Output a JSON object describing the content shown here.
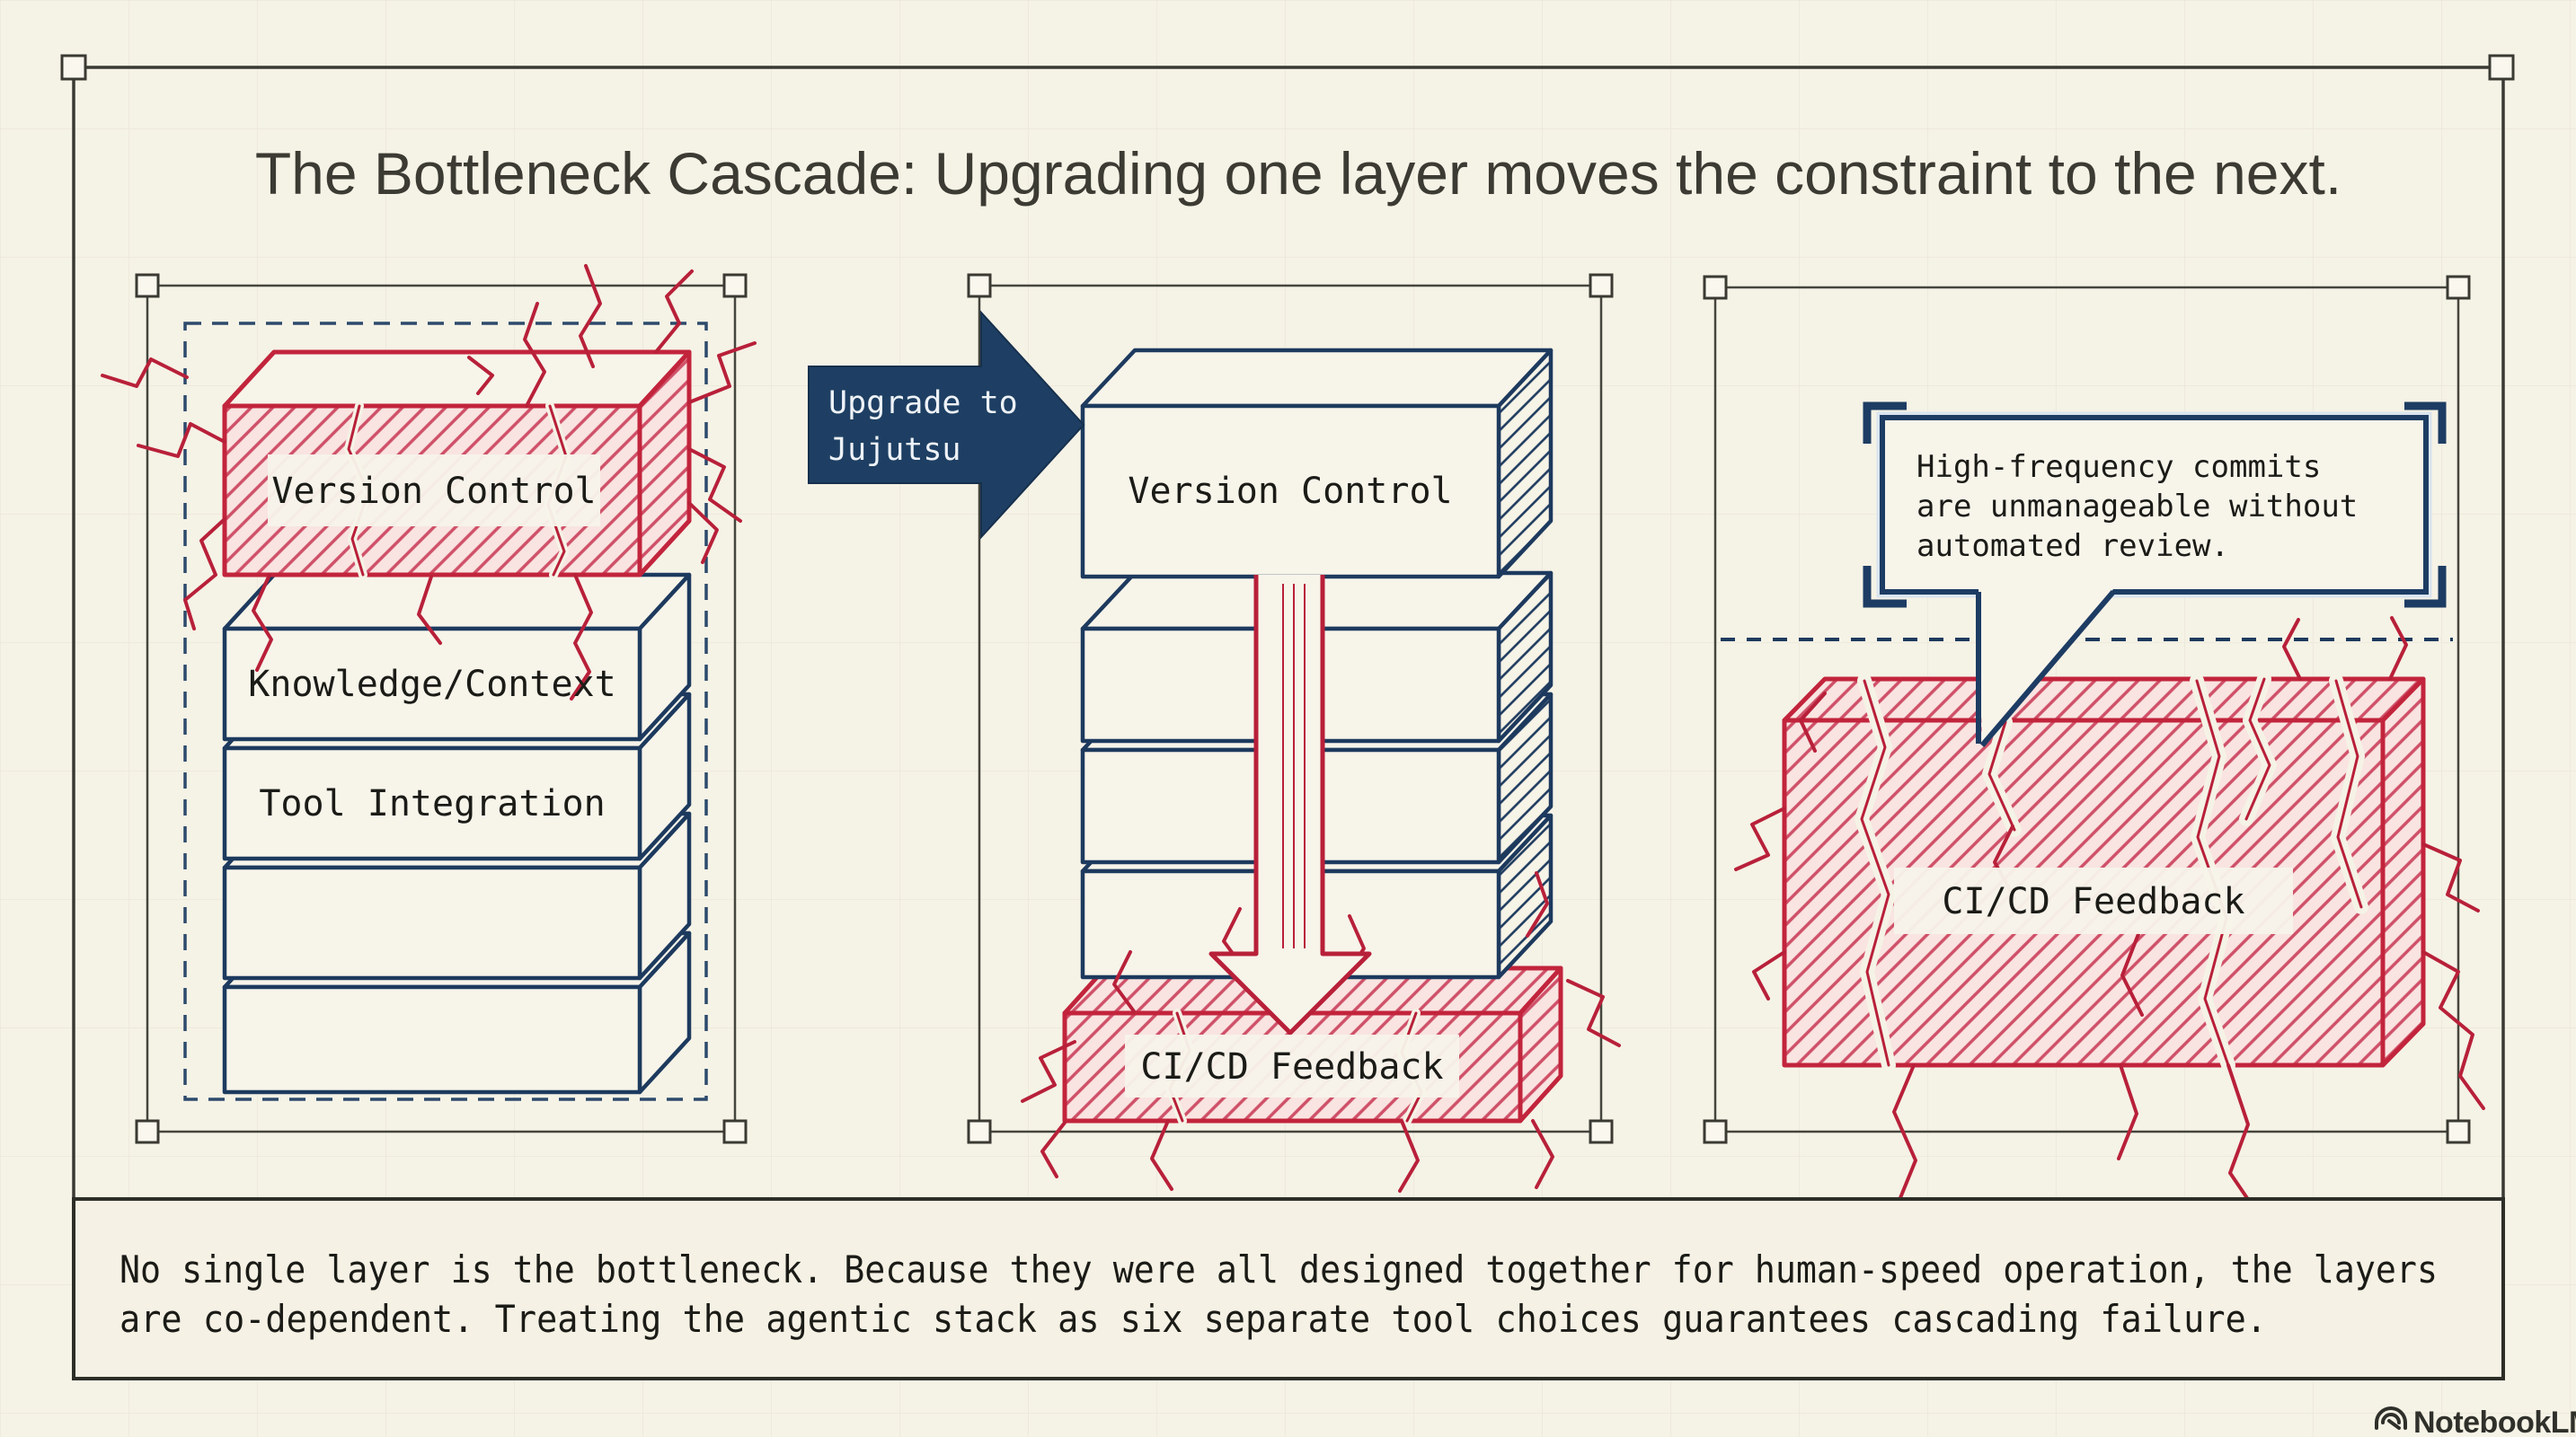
{
  "title": "The Bottleneck Cascade: Upgrading one layer moves the constraint to the next.",
  "left_panel": {
    "box_version_control": "Version Control",
    "box_knowledge_context": "Knowledge/Context",
    "box_tool_integration": "Tool Integration"
  },
  "middle_panel": {
    "upgrade_arrow": {
      "line1": "Upgrade to",
      "line2": "Jujutsu"
    },
    "box_version_control": "Version Control",
    "box_cicd_feedback": "CI/CD Feedback"
  },
  "right_panel": {
    "callout": {
      "line1": "High-frequency commits",
      "line2": "are unmanageable without",
      "line3": "automated review."
    },
    "box_cicd_feedback": "CI/CD Feedback"
  },
  "caption": {
    "line1": "No single layer is the bottleneck. Because they were all designed together for human-speed operation, the layers",
    "line2": "are co-dependent. Treating the agentic stack as six separate tool choices guarantees cascading failure."
  },
  "footer": {
    "brand": "NotebookLM"
  },
  "colors": {
    "background": "#f5f2e6",
    "navy": "#1d3a5e",
    "red": "#c2243c",
    "ink": "#1b1b17"
  }
}
